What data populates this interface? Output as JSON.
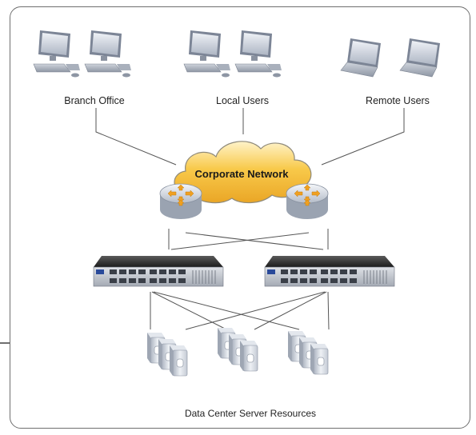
{
  "labels": {
    "branch_office": "Branch Office",
    "local_users": "Local Users",
    "remote_users": "Remote Users",
    "corporate_network": "Corporate Network",
    "data_center": "Data Center Server Resources"
  },
  "icons": {
    "desktop": "desktop-computer-icon",
    "laptop": "laptop-icon",
    "cloud": "cloud-icon",
    "router": "router-icon",
    "switch": "network-switch-icon",
    "server": "server-icon"
  },
  "colors": {
    "frame": "#6f6f6f",
    "cloud_fill": "#f5bf3a",
    "router_arrows": "#f0a020",
    "switch_body": "#2a2a2a",
    "server_body": "#d9dde4",
    "line": "#555555"
  }
}
